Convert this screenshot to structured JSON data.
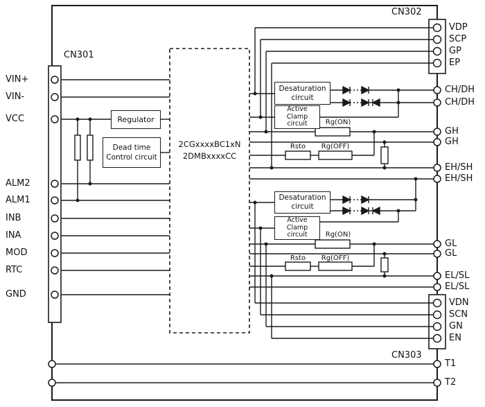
{
  "colors": {
    "ink": "#1a1a1a",
    "background": "#ffffff"
  },
  "ic": {
    "part_line1": "2CGxxxxBC1xN",
    "part_line2": "2DMBxxxxCC"
  },
  "cn301": {
    "title": "CN301",
    "pins": [
      "VIN+",
      "VIN-",
      "VCC",
      "ALM2",
      "ALM1",
      "INB",
      "INA",
      "MOD",
      "RTC",
      "GND"
    ]
  },
  "cn302": {
    "title": "CN302",
    "pins": [
      "VDP",
      "SCP",
      "GP",
      "EP"
    ]
  },
  "cn303": {
    "title": "CN303",
    "pins": [
      "VDN",
      "SCN",
      "GN",
      "EN"
    ]
  },
  "blocks": {
    "regulator": "Regulator",
    "dead_time_line1": "Dead time",
    "dead_time_line2": "Control circuit",
    "desat_line1": "Desaturation",
    "desat_line2": "circuit",
    "clamp_line1": "Active",
    "clamp_line2": "Clamp",
    "clamp_line3": "circuit"
  },
  "resistors": {
    "rg_on": "Rg(ON)",
    "rg_off": "Rg(OFF)",
    "rsto": "Rsto"
  },
  "pins_right_top": [
    "CH/DH",
    "CH/DH",
    "GH",
    "GH",
    "EH/SH",
    "EH/SH"
  ],
  "pins_right_bottom": [
    "GL",
    "GL",
    "EL/SL",
    "EL/SL"
  ],
  "terminals": [
    "T1",
    "T2"
  ]
}
